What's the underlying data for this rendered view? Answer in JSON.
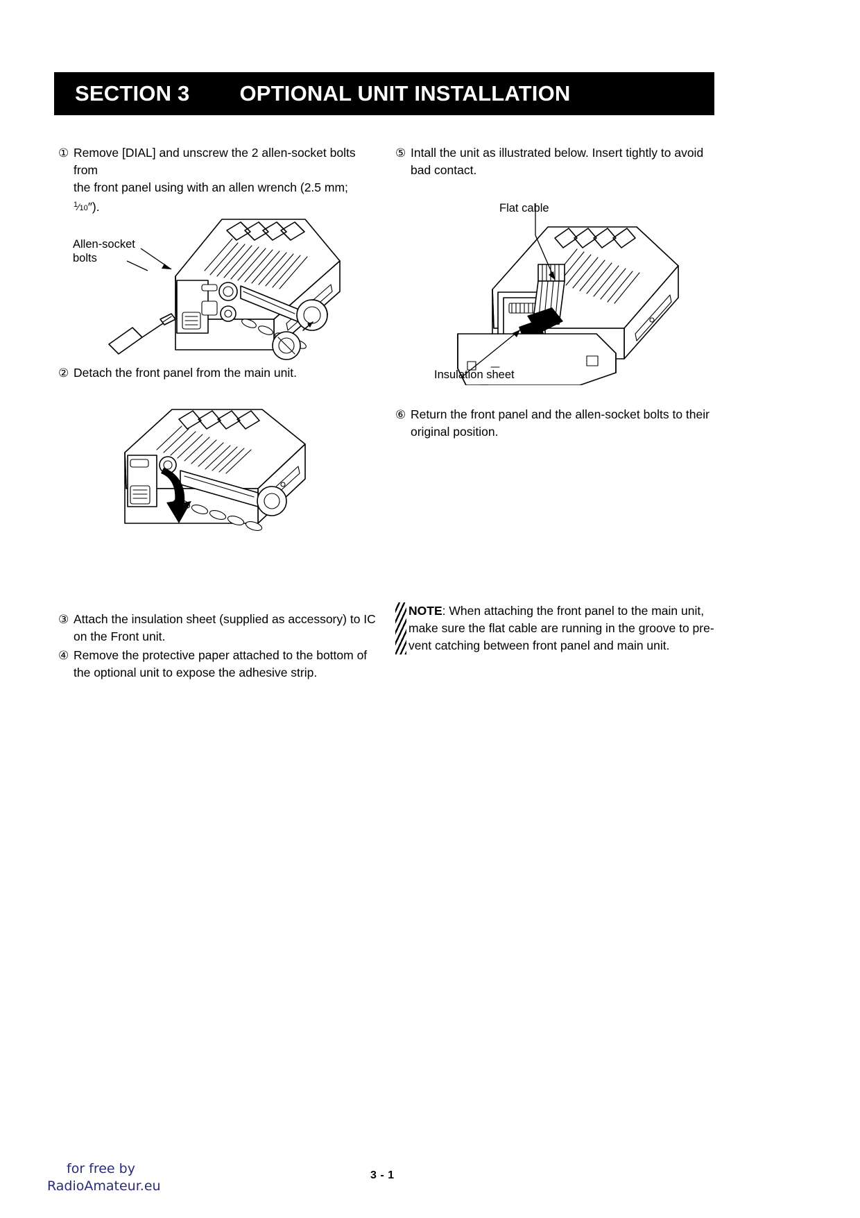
{
  "header": {
    "section_number": "SECTION 3",
    "section_title": "OPTIONAL UNIT INSTALLATION"
  },
  "left_column": {
    "step1": {
      "marker": "①",
      "line1": "Remove [DIAL] and unscrew the 2 allen-socket bolts from",
      "line2_prefix": "the front panel using with an allen wrench (2.5 mm; ",
      "fraction_numerator": "1",
      "fraction_denominator": "10",
      "line2_suffix": "″)."
    },
    "step2": {
      "marker": "②",
      "text": "Detach the front panel from the main unit."
    },
    "step3": {
      "marker": "③",
      "line1": "Attach the insulation sheet (supplied as accessory) to IC",
      "line2": "on the Front unit."
    },
    "step4": {
      "marker": "④",
      "line1": "Remove the protective paper attached to the bottom of",
      "line2": "the optional unit to expose the adhesive strip."
    }
  },
  "right_column": {
    "step5": {
      "marker": "⑤",
      "line1": "Intall the unit as illustrated below. Insert tightly to avoid",
      "line2": "bad contact."
    },
    "step6": {
      "marker": "⑥",
      "line1": "Return the front panel and the allen-socket bolts to their",
      "line2": "original position."
    }
  },
  "figures": {
    "fig1": {
      "name": "transceiver-front-panel-bolts",
      "label_line1": "Allen-socket",
      "label_line2": "bolts"
    },
    "fig2": {
      "name": "transceiver-front-panel-detached"
    },
    "fig3": {
      "name": "unit-installation-flat-cable",
      "label_flat_cable": "Flat cable",
      "label_insulation_sheet": "Insulation sheet"
    }
  },
  "note": {
    "title": "NOTE",
    "separator": ": ",
    "line1": "When attaching the front panel to the main unit,",
    "line2": "make sure the flat cable are running in the groove to pre-",
    "line3": "vent catching between front panel and main unit."
  },
  "footer": {
    "watermark_line1": "for free by",
    "watermark_line2": "RadioAmateur.eu",
    "page_number": "3 - 1",
    "watermark_color": "#2a2a7a"
  }
}
